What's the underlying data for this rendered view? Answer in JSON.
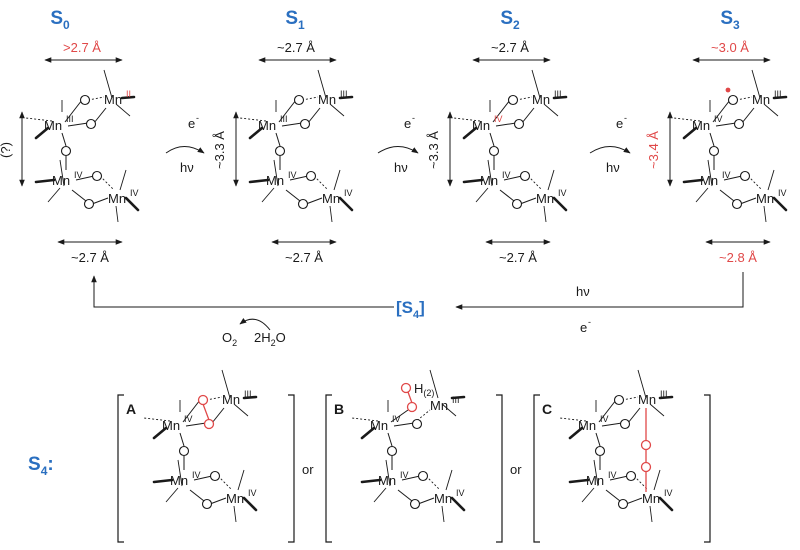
{
  "colors": {
    "accent_blue": "#2a6fc0",
    "highlight_red": "#e04848",
    "ink": "#1a1a1a"
  },
  "states": {
    "s0": {
      "label": "S",
      "sub": "0",
      "top_distance": ">2.7 Å",
      "side_distance": "(?)",
      "bottom_distance": "~2.7 Å",
      "mn_top_right": "II",
      "mn_mid_left": "III",
      "mn_bottom_left": "IV",
      "mn_bottom_right": "IV"
    },
    "s1": {
      "label": "S",
      "sub": "1",
      "top_distance": "~2.7 Å",
      "side_distance": "~3.3 Å",
      "bottom_distance": "~2.7 Å",
      "mn_top_right": "III",
      "mn_mid_left": "III",
      "mn_bottom_left": "IV",
      "mn_bottom_right": "IV"
    },
    "s2": {
      "label": "S",
      "sub": "2",
      "top_distance": "~2.7 Å",
      "side_distance": "~3.3 Å",
      "bottom_distance": "~2.7 Å",
      "mn_top_right": "III",
      "mn_mid_left": "IV",
      "mn_bottom_left": "IV",
      "mn_bottom_right": "IV"
    },
    "s3": {
      "label": "S",
      "sub": "3",
      "top_distance": "~3.0 Å",
      "side_distance": "~3.4 Å",
      "bottom_distance": "~2.8 Å",
      "mn_top_right": "III",
      "mn_mid_left": "IV",
      "mn_bottom_left": "IV",
      "mn_bottom_right": "IV"
    }
  },
  "transitions": {
    "electron": "e",
    "electron_sup": "-",
    "light": "hν"
  },
  "cycle": {
    "s4_label": "[S",
    "s4_sub": "4",
    "s4_close": "]",
    "light": "hν",
    "electron": "e",
    "electron_sup": "-",
    "o2": "O",
    "o2_sub": "2",
    "water": "2H",
    "water_sub": "2",
    "water_tail": "O"
  },
  "s4_options": {
    "label": "S",
    "sub": "4",
    "colon": ":",
    "or": "or",
    "a": {
      "letter": "A",
      "mn_top_right": "III",
      "mn_mid_left": "IV",
      "mn_bottom_left": "IV",
      "mn_bottom_right": "IV"
    },
    "b": {
      "letter": "B",
      "oh_label": "H",
      "oh_sub": "(2)",
      "mn_top_right": "III",
      "mn_mid_left": "IV",
      "mn_bottom_left": "IV",
      "mn_bottom_right": "IV"
    },
    "c": {
      "letter": "C",
      "mn_top_right": "III",
      "mn_mid_left": "IV",
      "mn_bottom_left": "IV",
      "mn_bottom_right": "IV"
    }
  },
  "atoms": {
    "mn": "Mn",
    "o": "O"
  }
}
